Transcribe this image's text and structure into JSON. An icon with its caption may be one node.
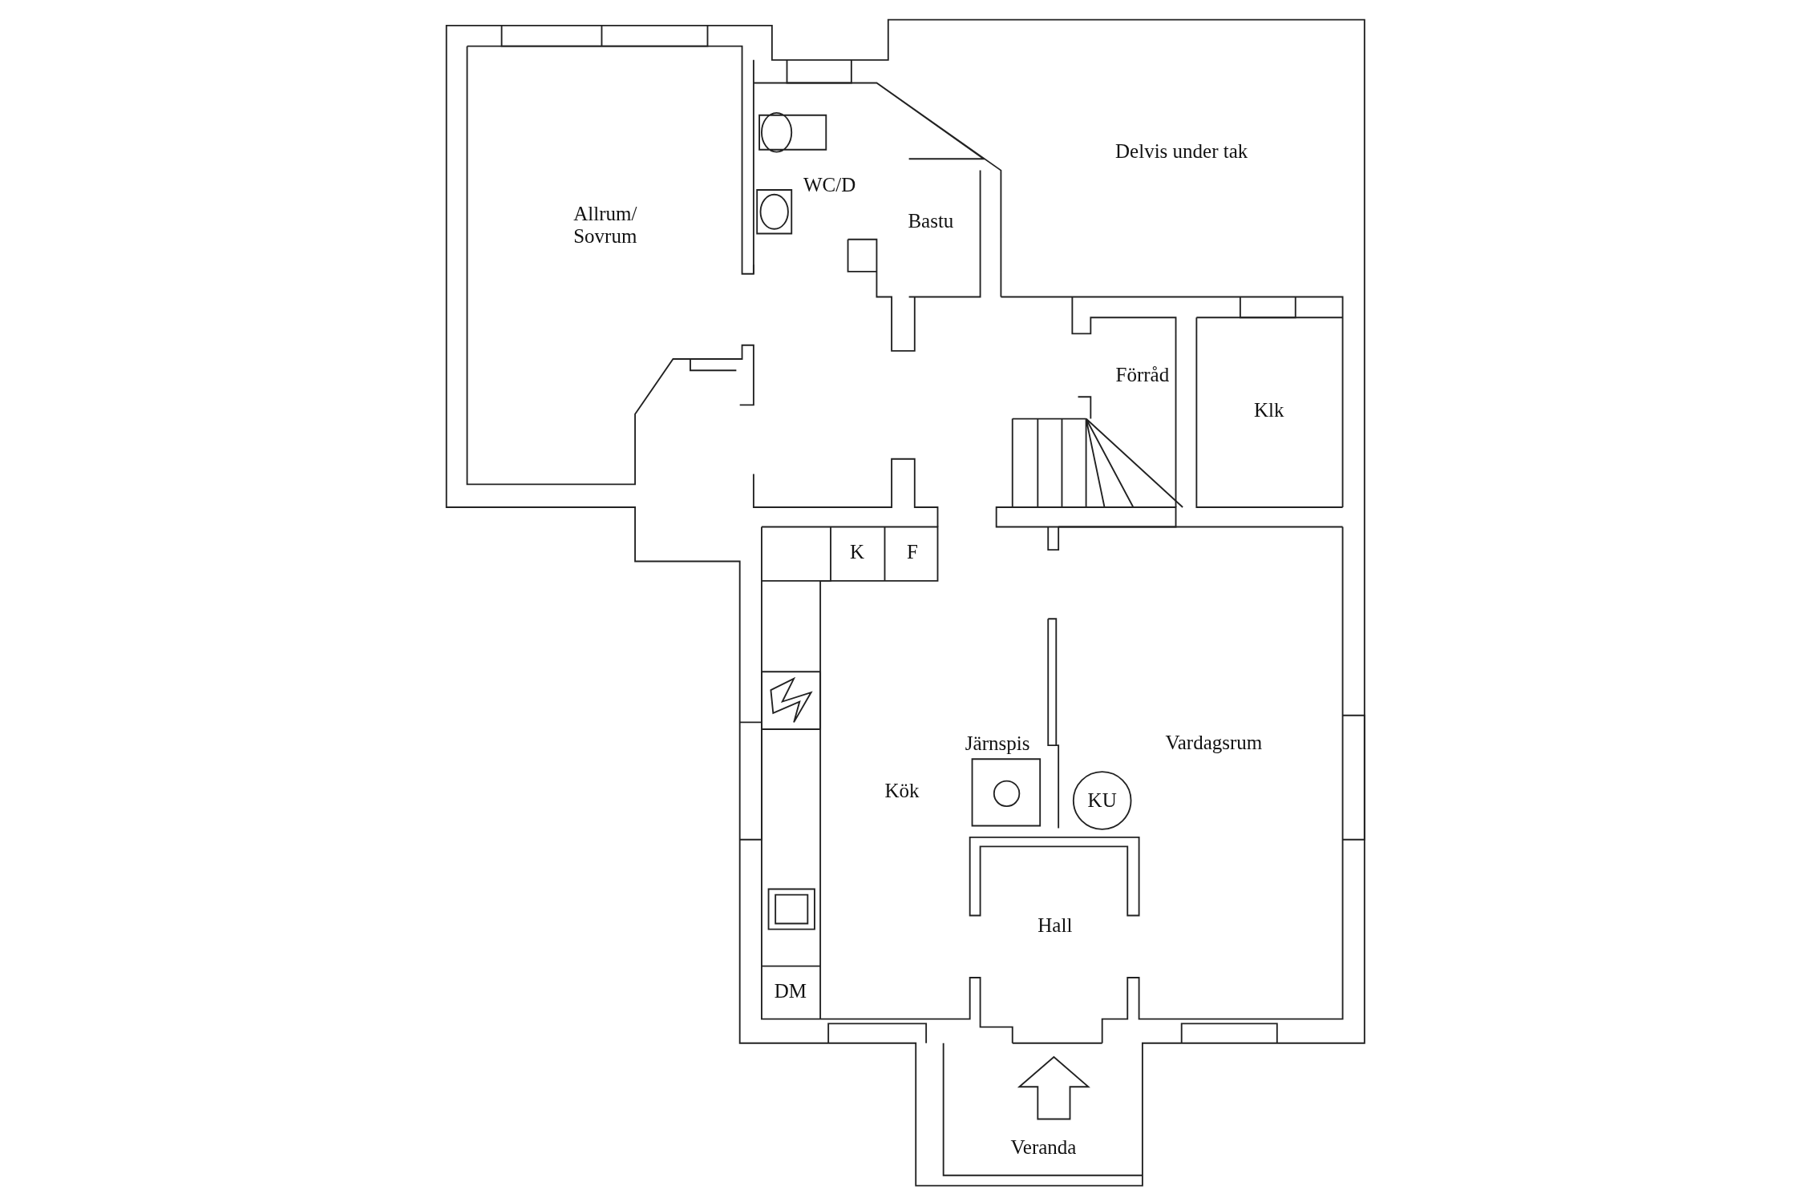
{
  "diagram": {
    "labels": [
      "Delvis under tak",
      "WC/D",
      "Allrum/ Sovrum",
      "Bastu",
      "Förråd",
      "Klk",
      "K",
      "F",
      "Järnspis",
      "Vardagsrum",
      "Kök",
      "KU",
      "Hall",
      "DM",
      "Veranda"
    ]
  }
}
